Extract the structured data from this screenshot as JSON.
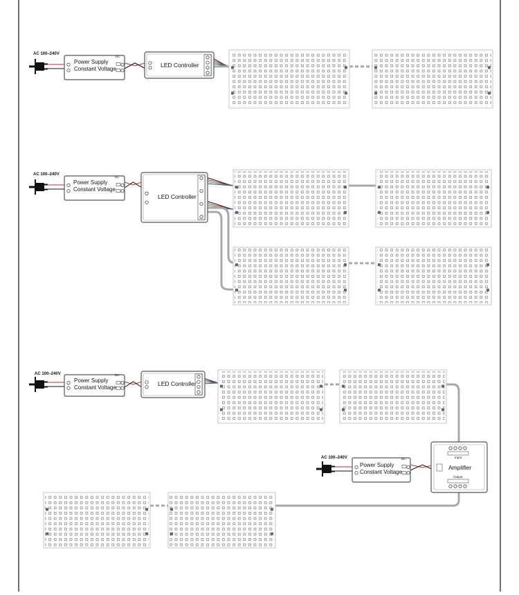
{
  "colors": {
    "line": "#555555",
    "wire": "#a8a8a8",
    "box_fill": "#ffffff",
    "panel_border": "#c4c4c4",
    "dot": "#8c8c8c",
    "red": "#d8242c",
    "blue": "#2b53c9",
    "green": "#2c9a45",
    "black": "#111111"
  },
  "icons": {
    "plug": "power-plug-icon",
    "panel": "led-panel-grid",
    "controller": "led-controller-box",
    "amplifier": "signal-amplifier-box"
  },
  "diagram1": {
    "ac_label": "AC 100–240V",
    "psu": {
      "line1": "Power Supply",
      "line2": "Constant Voltage",
      "dc": "DC"
    },
    "controller": {
      "label": "LED Controller"
    }
  },
  "diagram2": {
    "ac_label": "AC 100–240V",
    "psu": {
      "line1": "Power Supply",
      "line2": "Constant Voltage",
      "dc": "DC"
    },
    "controller": {
      "label": "LED Controller"
    }
  },
  "diagram3": {
    "ac_label": "AC 100–240V",
    "psu": {
      "line1": "Power Supply",
      "line2": "Constant Voltage",
      "dc": "DC"
    },
    "controller": {
      "label": "LED Controller"
    },
    "ac_label_2": "AC 100–240V",
    "psu2": {
      "line1": "Power Supply",
      "line2": "Constant Voltage",
      "dc": "DC"
    },
    "amplifier": {
      "label": "Amplifier",
      "input": "Input",
      "output": "Output"
    }
  }
}
